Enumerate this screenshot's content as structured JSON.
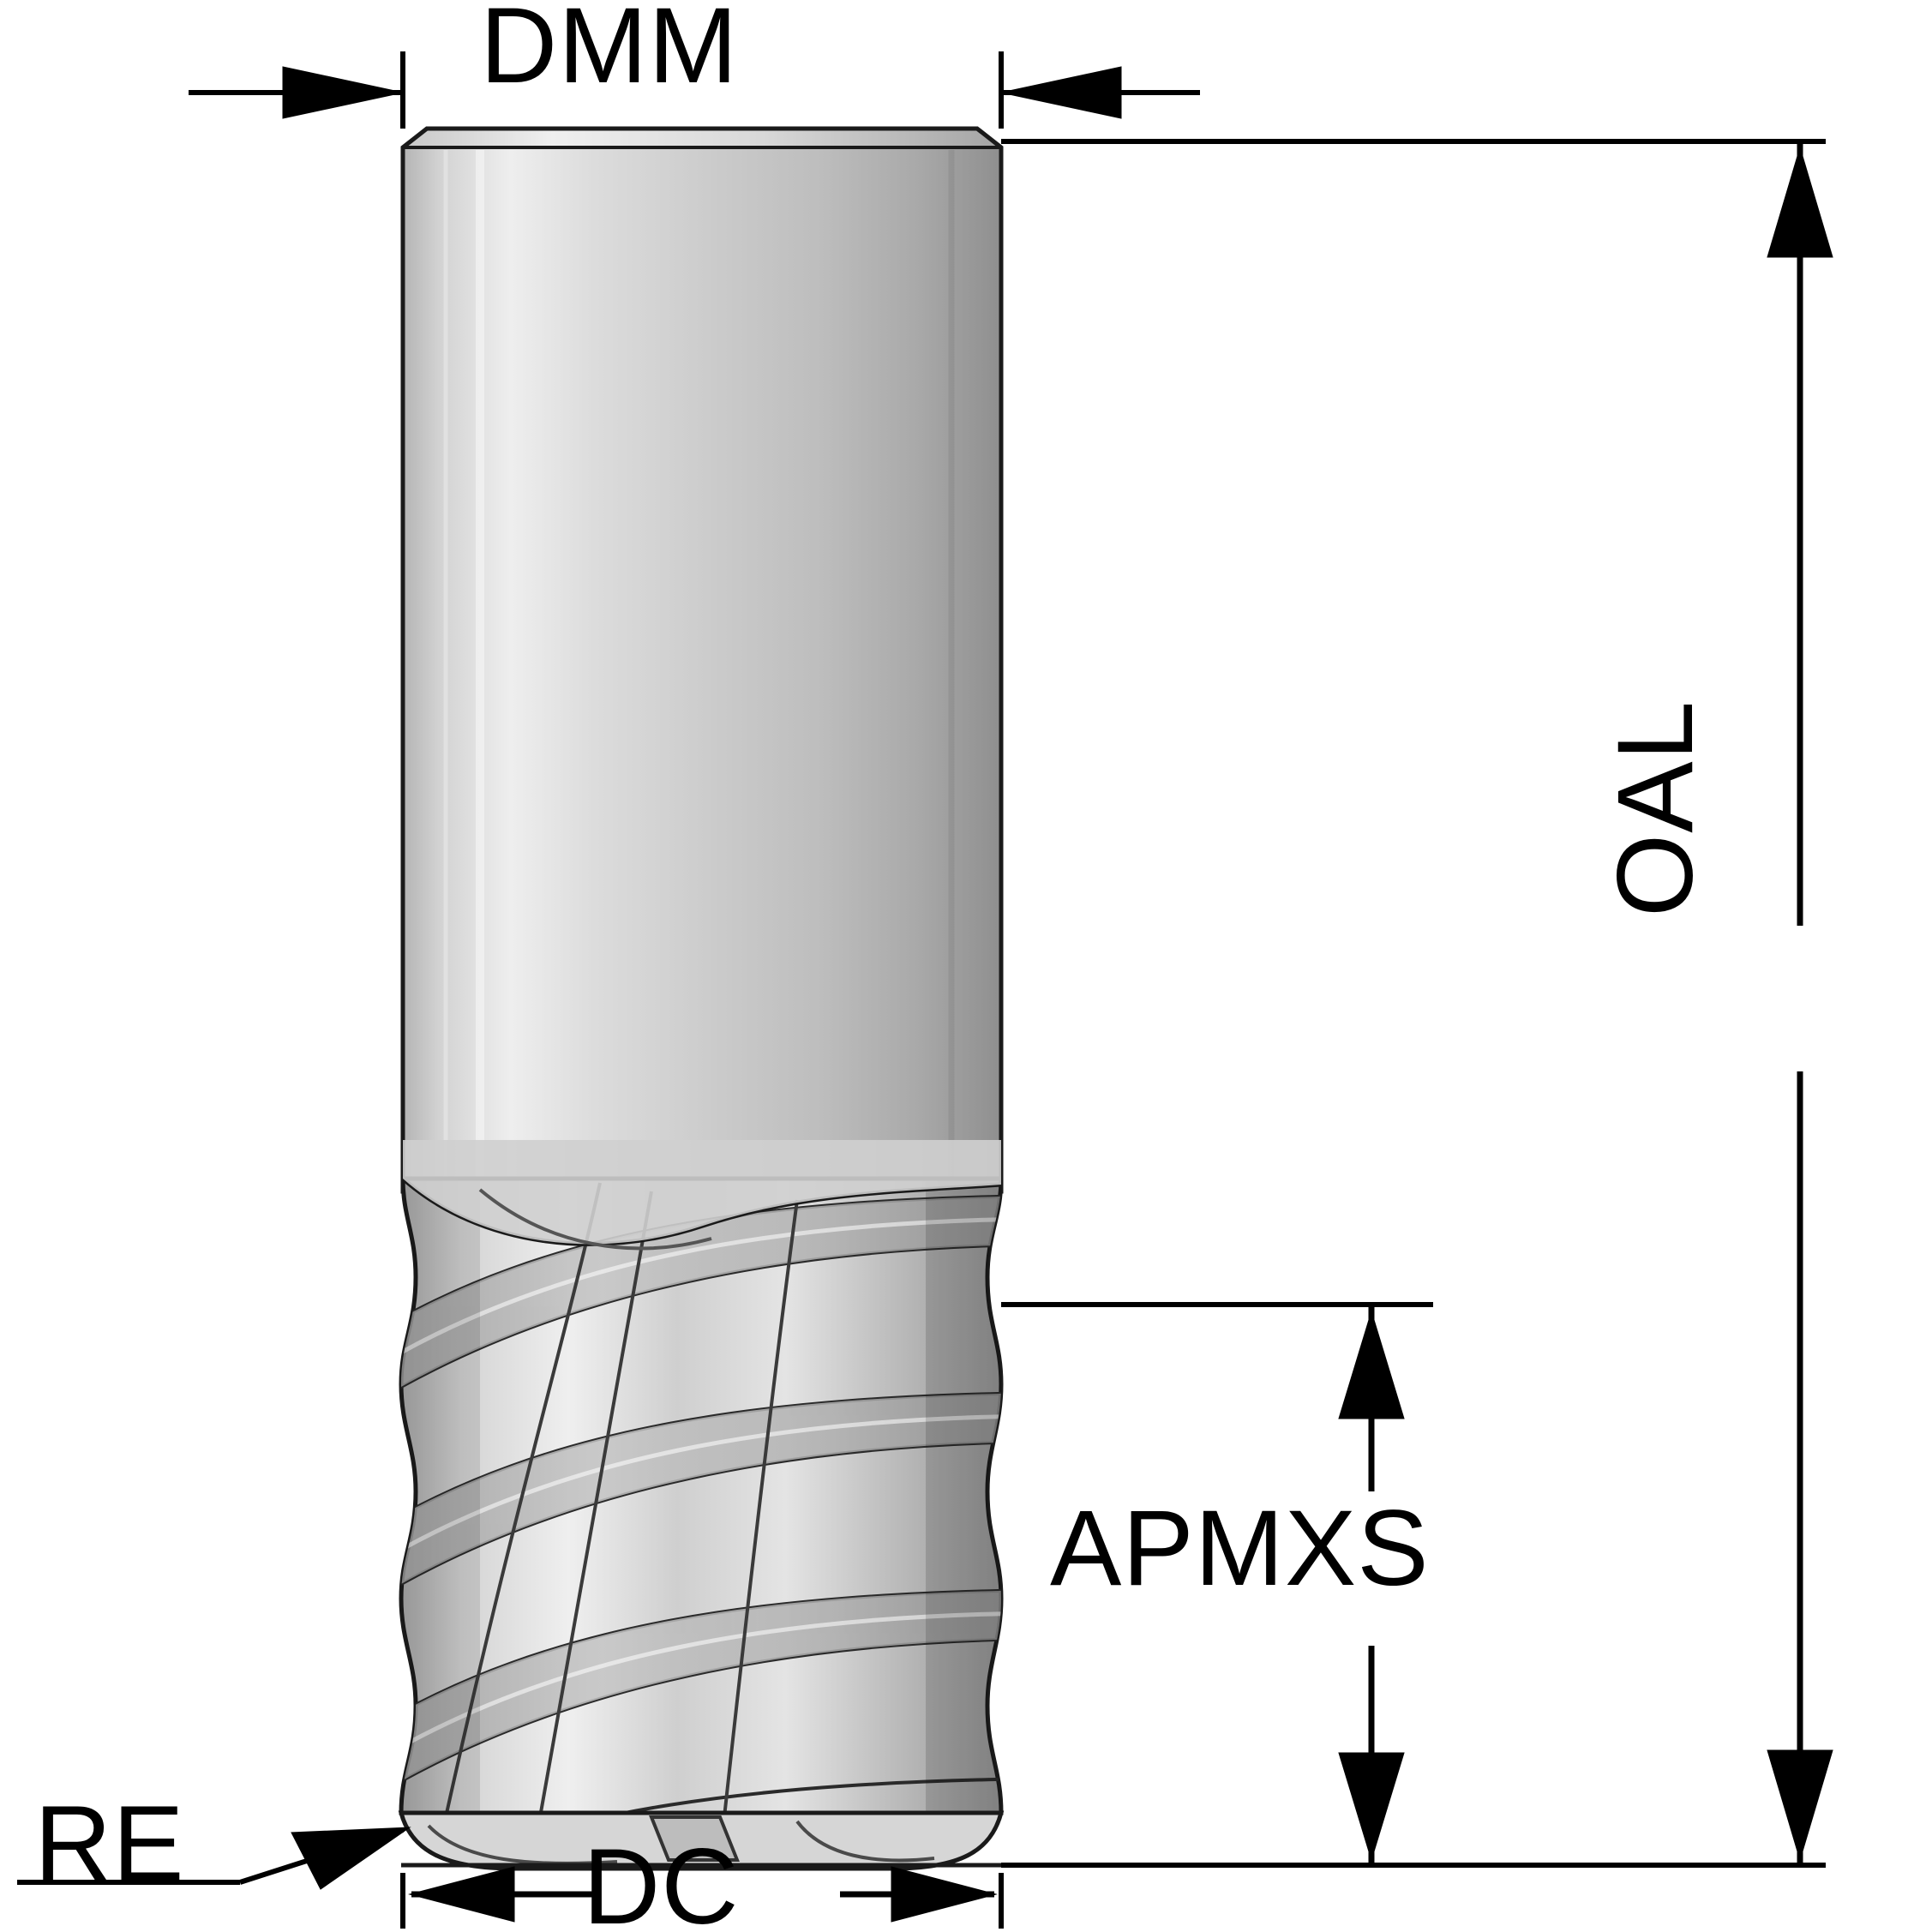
{
  "diagram": {
    "title": "End mill dimensional drawing",
    "subject": "solid carbide end mill with corner radius",
    "background_color": "#ffffff",
    "line_color": "#000000",
    "labels": {
      "dmm": "DMM",
      "oal": "OAL",
      "apmxs": "APMXS",
      "re": "RE",
      "dc": "DC"
    },
    "callouts": [
      {
        "id": "dmm",
        "label": "DMM",
        "meaning": "shank diameter",
        "orientation": "horizontal",
        "position": "top"
      },
      {
        "id": "oal",
        "label": "OAL",
        "meaning": "overall length",
        "orientation": "vertical",
        "position": "right-outer"
      },
      {
        "id": "apmxs",
        "label": "APMXS",
        "meaning": "maximum cutting depth",
        "orientation": "vertical",
        "position": "right-inner"
      },
      {
        "id": "re",
        "label": "RE",
        "meaning": "corner radius",
        "orientation": "leader",
        "position": "bottom-left"
      },
      {
        "id": "dc",
        "label": "DC",
        "meaning": "cutting diameter",
        "orientation": "horizontal",
        "position": "bottom"
      }
    ],
    "tool": {
      "flute_count": 5,
      "shank_color_light": "#e9e9e9",
      "shank_color_mid": "#c9c9c9",
      "shank_color_dark": "#9a9a9a",
      "outline_color": "#1a1a1a"
    }
  }
}
